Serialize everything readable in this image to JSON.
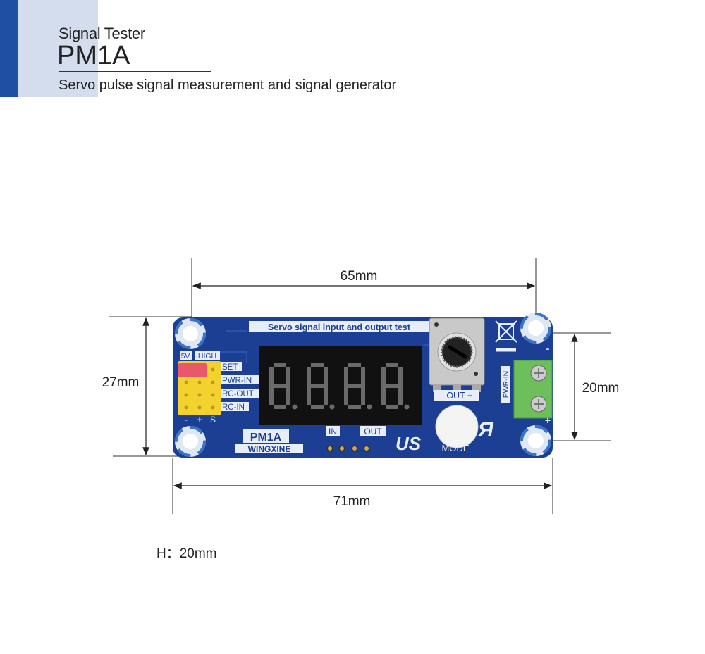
{
  "header": {
    "subtitle": "Signal Tester",
    "title": "PM1A",
    "description": "Servo pulse signal measurement and signal generator"
  },
  "dimensions": {
    "hole_spacing_width": "65mm",
    "board_width": "71mm",
    "board_height": "27mm",
    "hole_spacing_height": "20mm",
    "component_height": "H：20mm"
  },
  "board": {
    "banner": "Servo signal input and output test",
    "jumper_labels": [
      "5V",
      "HIGH"
    ],
    "pin_labels": [
      "SET",
      "PWR-IN",
      "RC-OUT",
      "RC-IN"
    ],
    "pin_polarity": [
      "-",
      "+",
      "S"
    ],
    "model": "PM1A",
    "brand": "WINGXINE",
    "port_in": "IN",
    "port_out": "OUT",
    "out_polarity": "- OUT +",
    "button_label": "MODE",
    "power_label": "PWR-IN",
    "terminal_minus": "-",
    "terminal_plus": "+",
    "cert_mark": "US",
    "display_digits": 4,
    "colors": {
      "pcb": "#1d3f93",
      "accent": "#1f4fa3",
      "terminal": "#6cbf5a",
      "jumper": "#e9586a",
      "header": "#f3d22e"
    }
  }
}
